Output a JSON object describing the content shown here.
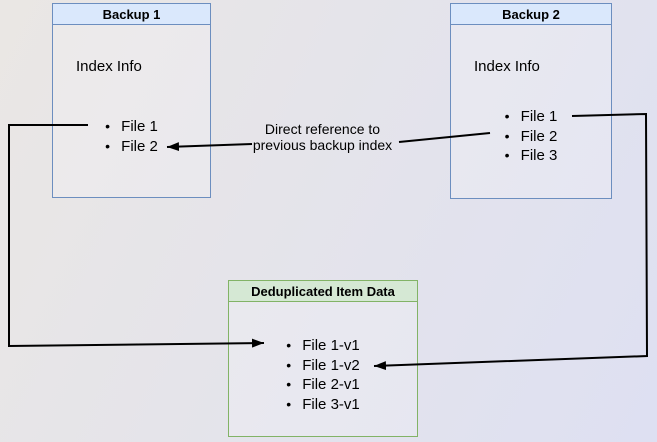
{
  "diagram": {
    "bullet": "•",
    "backup1": {
      "title": "Backup 1",
      "index_label": "Index Info",
      "files": [
        "File 1",
        "File 2"
      ]
    },
    "backup2": {
      "title": "Backup 2",
      "index_label": "Index Info",
      "files": [
        "File 1",
        "File 2",
        "File 3"
      ]
    },
    "dedup": {
      "title": "Deduplicated Item Data",
      "files": [
        "File 1-v1",
        "File 1-v2",
        "File 2-v1",
        "File 3-v1"
      ]
    },
    "annotation": {
      "line1": "Direct reference to",
      "line2": "previous backup index"
    },
    "colors": {
      "blue_fill": "#dae8fc",
      "blue_stroke": "#6c8ebf",
      "green_fill": "#d5e8d4",
      "green_stroke": "#82b366",
      "connector": "#000000",
      "bg_start": "#eae7e4",
      "bg_end": "#dee0f2",
      "text": "#000000"
    }
  }
}
